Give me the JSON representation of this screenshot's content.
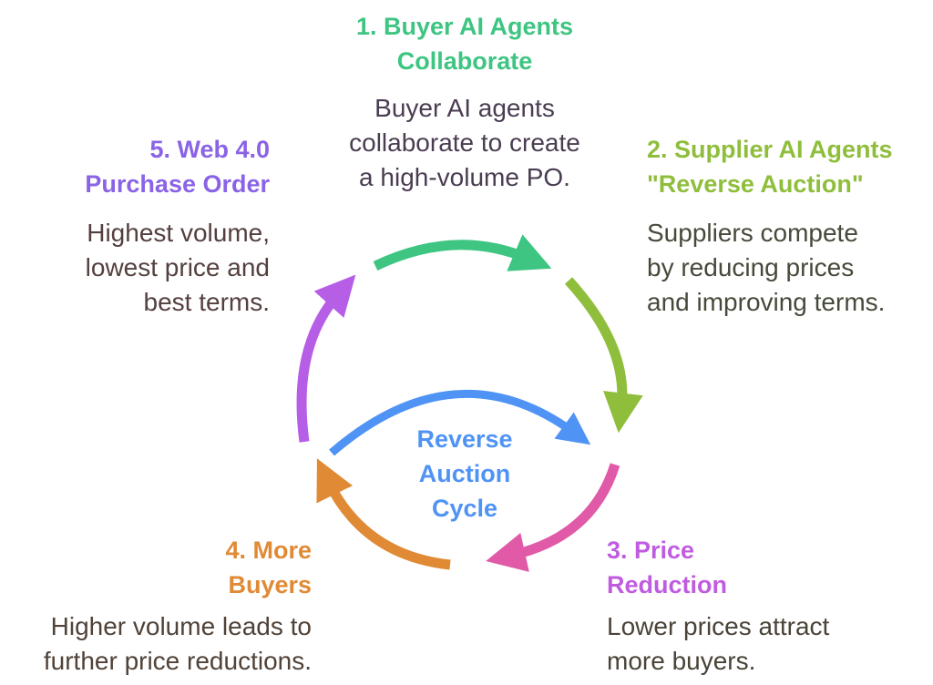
{
  "center": {
    "label": "Reverse\nAuction\nCycle",
    "color": "#4f93f5"
  },
  "steps": [
    {
      "title": "1. Buyer AI Agents\nCollaborate",
      "description": "Buyer AI agents\ncollaborate to create\na high-volume PO.",
      "color": "#3ec582",
      "text_color": "#4a3d52"
    },
    {
      "title": "2. Supplier AI Agents\n\"Reverse Auction\"",
      "description": "Suppliers compete\nby reducing prices\nand improving terms.",
      "color": "#8fbe3c",
      "text_color": "#464a3a"
    },
    {
      "title": "3. Price\nReduction",
      "description": "Lower prices attract\nmore buyers.",
      "color": "#c05ce0",
      "text_color": "#4a4438",
      "arrow_color": "#e05aa8"
    },
    {
      "title": "4. More\nBuyers",
      "description": "Higher volume leads to\nfurther price reductions.",
      "color": "#e08a35",
      "text_color": "#504238"
    },
    {
      "title": "5. Web 4.0\nPurchase Order",
      "description": "Highest volume,\nlowest price and\nbest terms.",
      "color": "#8a63e6",
      "text_color": "#54403f",
      "arrow_color": "#b65ee6"
    }
  ]
}
